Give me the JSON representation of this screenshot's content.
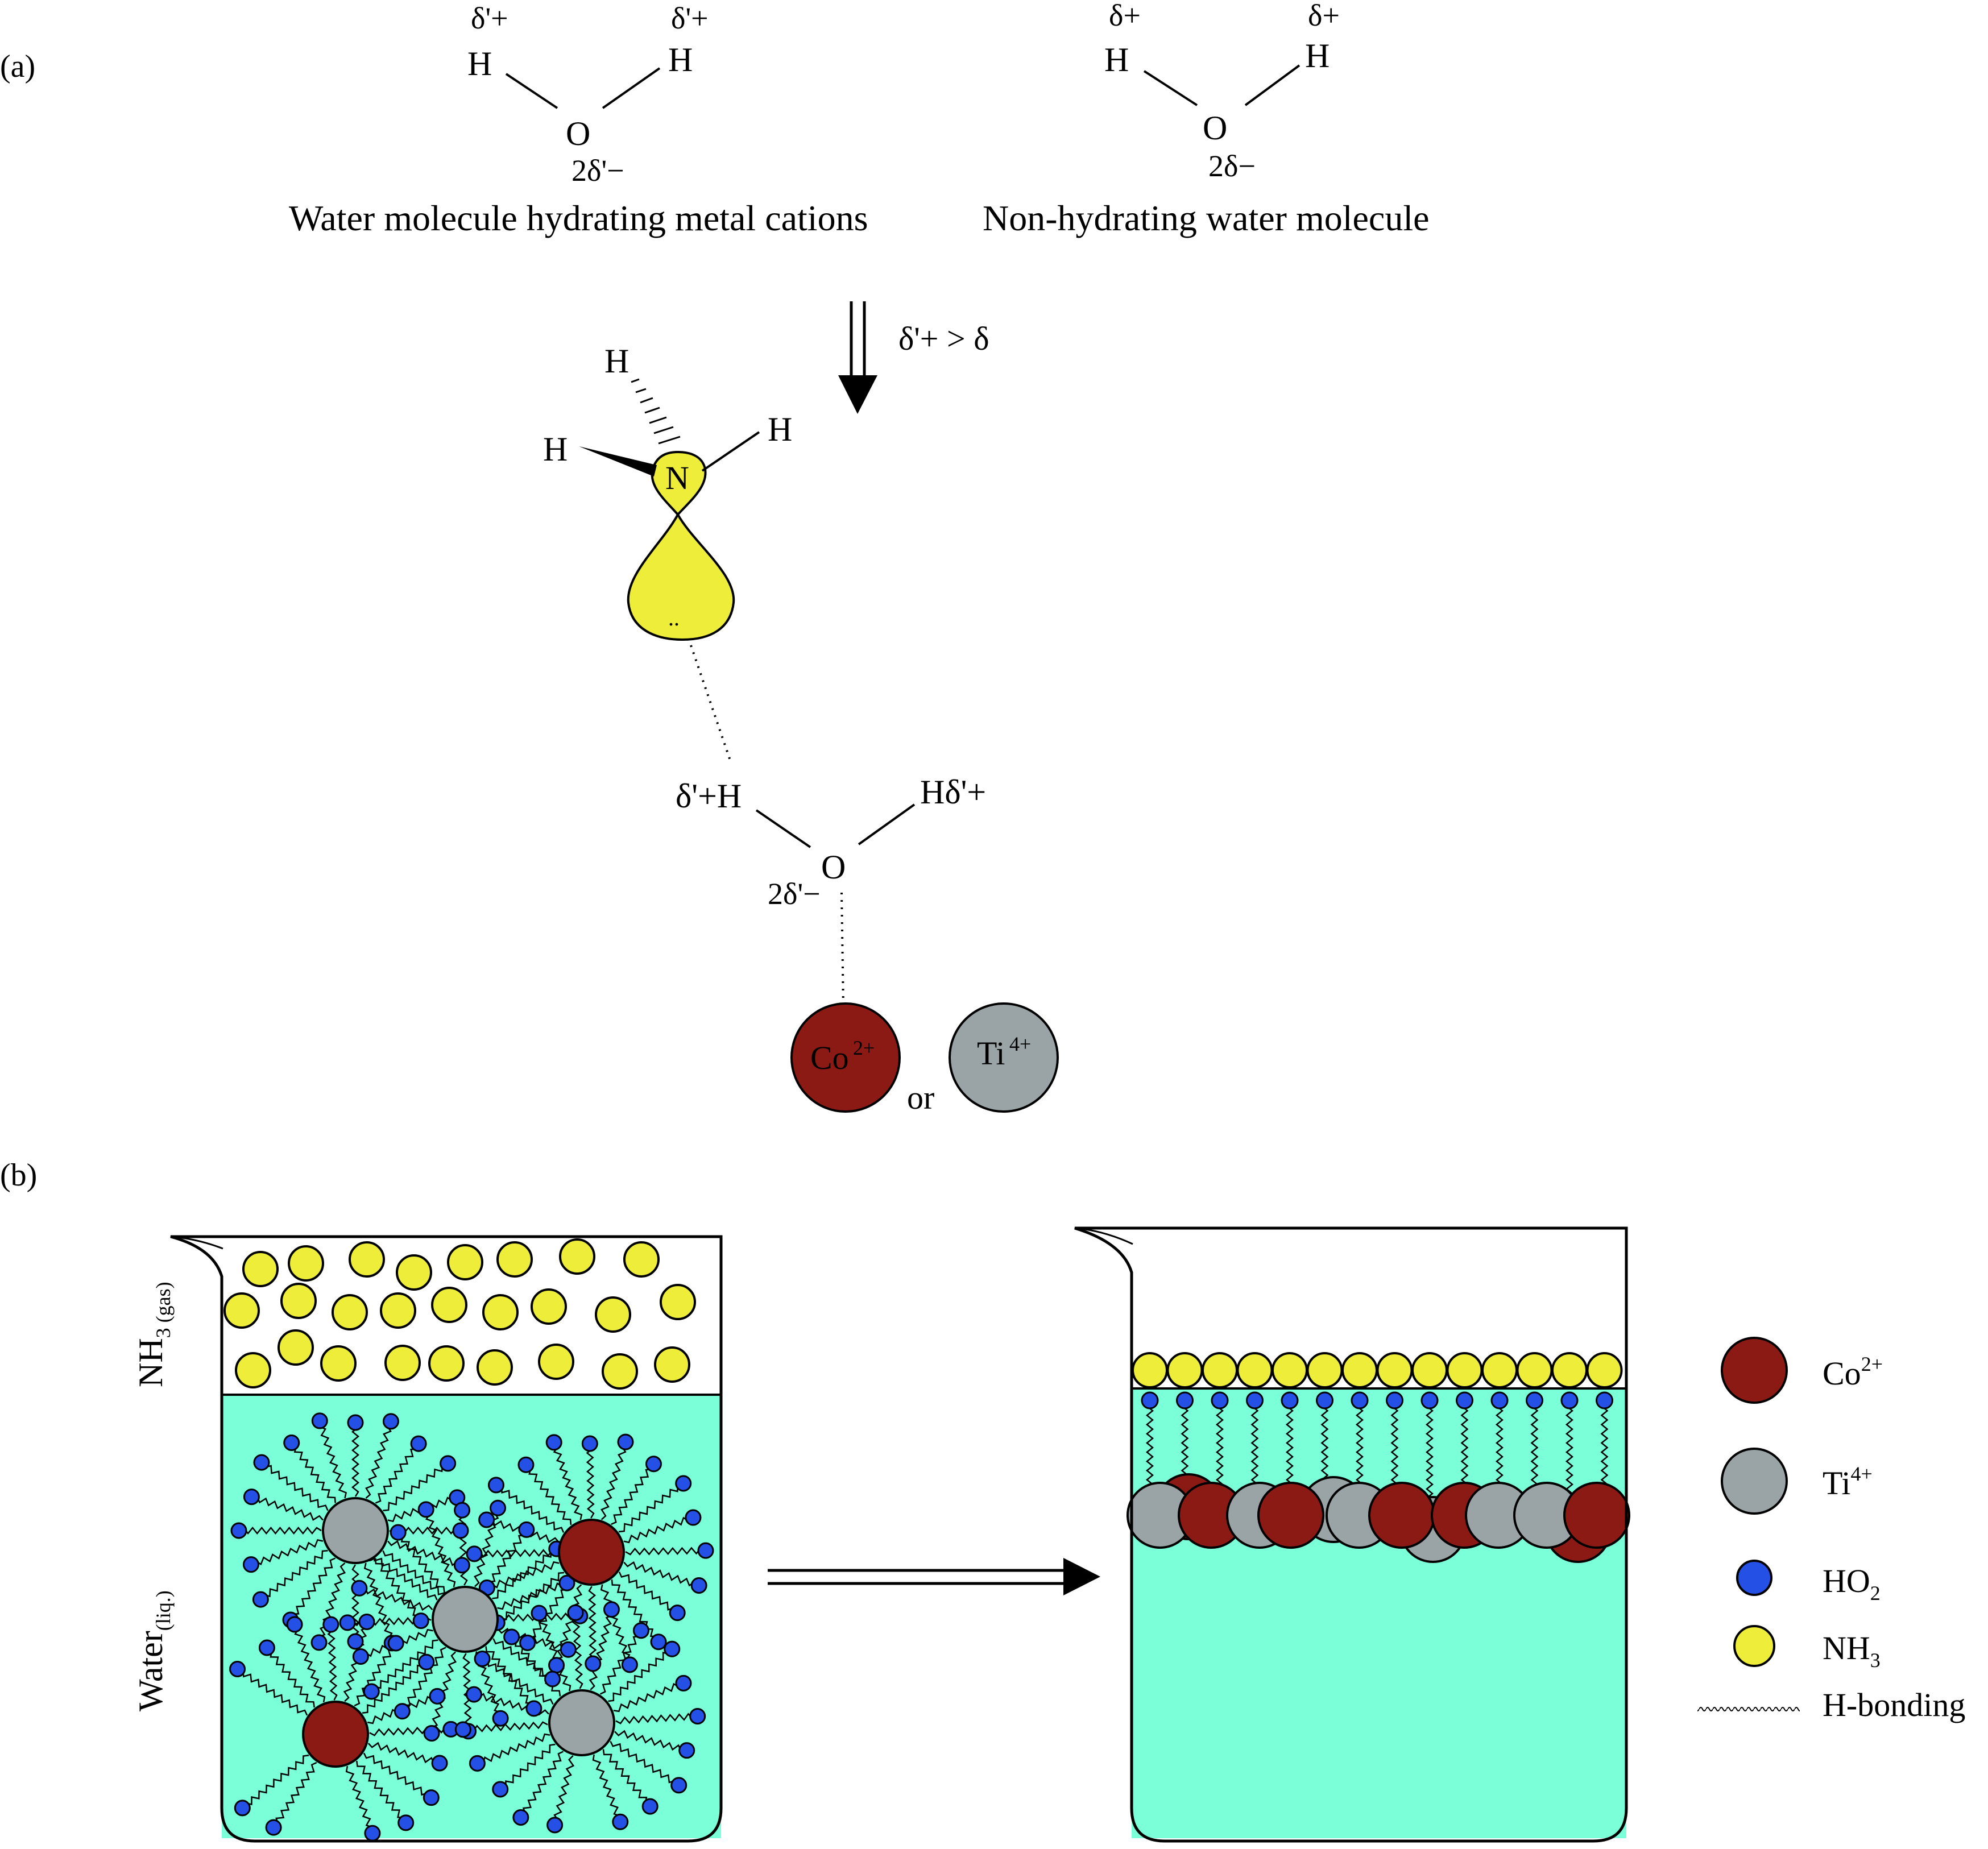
{
  "panel_a": {
    "label": "(a)",
    "hydrating_water": {
      "h_left_charge": "δ'+",
      "h_right_charge": "δ'+",
      "h_atom": "H",
      "o_atom": "O",
      "o_charge": "2δ'−",
      "caption": "Water molecule hydrating metal cations"
    },
    "non_hydrating_water": {
      "h_left_charge": "δ+",
      "h_right_charge": "δ+",
      "h_atom": "H",
      "o_atom": "O",
      "o_charge": "2δ−",
      "caption": "Non-hydrating water molecule"
    },
    "arrow_label": "δ'+ > δ",
    "ammonia": {
      "n_atom": "N",
      "h_atom": "H",
      "lone_pair": ".."
    },
    "bonded_water": {
      "h_left": "δ'+H",
      "h_right": "Hδ'+",
      "o_atom": "O",
      "o_charge": "2δ'−"
    },
    "cations": {
      "co": "Co",
      "co_charge": "2+",
      "or": "or",
      "ti": "Ti",
      "ti_charge": "4+"
    }
  },
  "panel_b": {
    "label": "(b)",
    "gas_label": "NH",
    "gas_sub": "3 (gas)",
    "liquid_label": "Water",
    "liquid_sub": "(liq.)"
  },
  "legend": [
    {
      "key": "co",
      "label": "Co",
      "sup": "2+",
      "sub": "",
      "color": "#8b1a14"
    },
    {
      "key": "ti",
      "label": "Ti",
      "sup": "4+",
      "sub": "",
      "color": "#9aa3a6"
    },
    {
      "key": "ho2",
      "label": "HO",
      "sup": "",
      "sub": "2",
      "color": "#2450e6"
    },
    {
      "key": "nh3",
      "label": "NH",
      "sup": "",
      "sub": "3",
      "color": "#eded3a"
    },
    {
      "key": "hbond",
      "label": "H-bonding",
      "sup": "",
      "sub": "",
      "color": "#000000"
    }
  ],
  "colors": {
    "water": "#7affd8",
    "nh3": "#eded3a",
    "co": "#8b1a14",
    "ti": "#9aa3a6",
    "ho2": "#2450e6"
  }
}
